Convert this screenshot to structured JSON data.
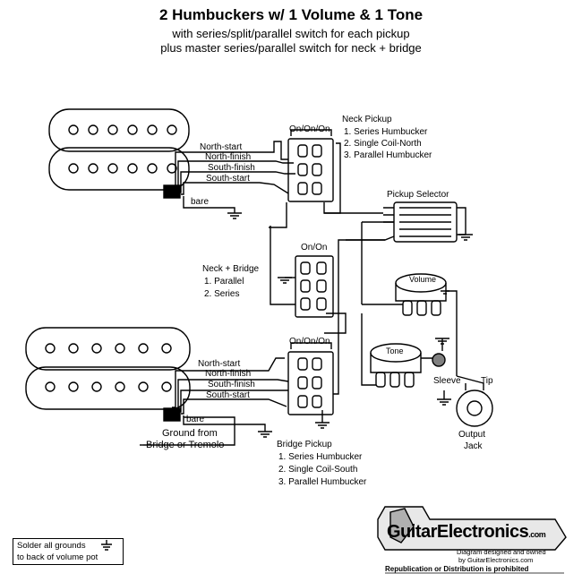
{
  "title": "2 Humbuckers w/ 1 Volume & 1 Tone",
  "subtitle_1": "with series/split/parallel switch for each pickup",
  "subtitle_2": "plus master series/parallel switch for neck + bridge",
  "neck_pickup": {
    "switch_label": "On/On/On",
    "heading": "Neck Pickup",
    "options": [
      "1. Series Humbucker",
      "2. Single Coil-North",
      "3. Parallel Humbucker"
    ],
    "wires": [
      "North-start",
      "North-finish",
      "South-finish",
      "South-start"
    ],
    "bare": "bare"
  },
  "bridge_pickup": {
    "switch_label": "On/On/On",
    "heading": "Bridge Pickup",
    "options": [
      "1. Series Humbucker",
      "2. Single Coil-South",
      "3. Parallel Humbucker"
    ],
    "wires": [
      "North-start",
      "North-finish",
      "South-finish",
      "South-start"
    ],
    "bare": "bare"
  },
  "master_switch": {
    "switch_label": "On/On",
    "heading": "Neck + Bridge",
    "options": [
      "1. Parallel",
      "2. Series"
    ]
  },
  "pickup_selector": "Pickup Selector",
  "volume": "Volume",
  "tone": "Tone",
  "jack": {
    "sleeve": "Sleeve",
    "tip": "Tip",
    "label_1": "Output",
    "label_2": "Jack"
  },
  "ground_note": {
    "line_1": "Ground from",
    "line_2": "Bridge or Tremolo"
  },
  "solder_note": {
    "line_1": "Solder all grounds",
    "line_2": "to back of volume pot"
  },
  "brand": {
    "name": "GuitarElectronics",
    "tld": ".com",
    "line_1": "Diagram designed and owned",
    "line_2": "by GuitarElectronics.com",
    "line_3": "Republication or Distribution is prohibited"
  },
  "colors": {
    "ink": "#000000",
    "paper": "#ffffff",
    "cap": "#808080"
  }
}
